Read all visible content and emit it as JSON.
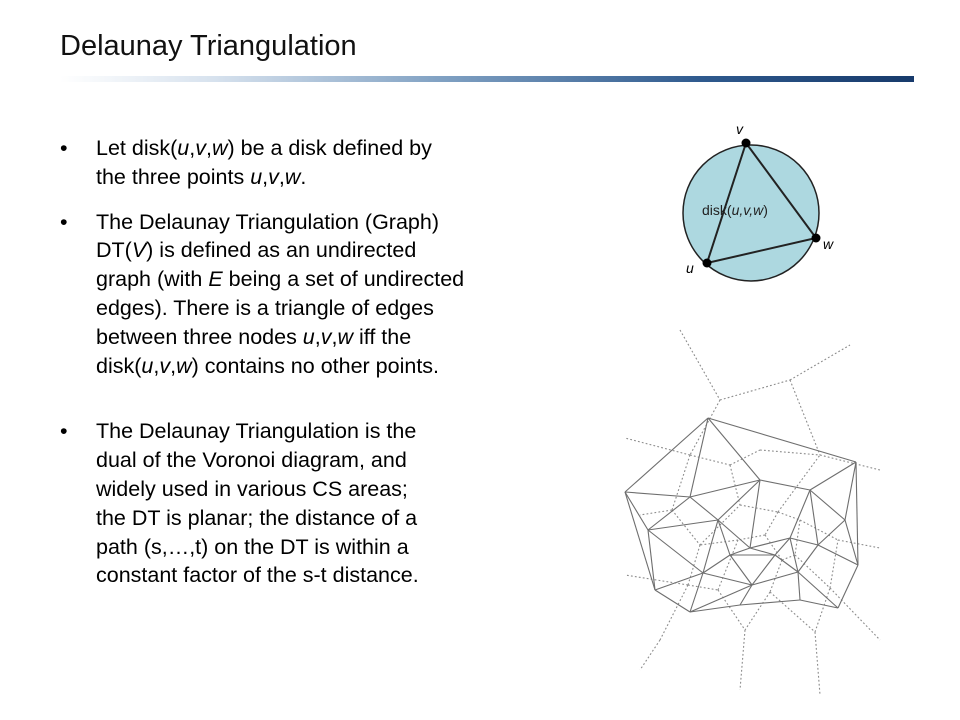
{
  "slide": {
    "title": "Delaunay Triangulation",
    "bullet_marker": "•"
  },
  "bullets": [
    {
      "lines": [
        [
          {
            "t": "Let disk("
          },
          {
            "t": "u",
            "i": true
          },
          {
            "t": ","
          },
          {
            "t": "v",
            "i": true
          },
          {
            "t": ","
          },
          {
            "t": "w",
            "i": true
          },
          {
            "t": ") be a disk defined by"
          }
        ],
        [
          {
            "t": "the three points "
          },
          {
            "t": "u",
            "i": true
          },
          {
            "t": ","
          },
          {
            "t": "v",
            "i": true
          },
          {
            "t": ","
          },
          {
            "t": "w",
            "i": true
          },
          {
            "t": "."
          }
        ]
      ]
    },
    {
      "lines": [
        [
          {
            "t": "The Delaunay Triangulation (Graph)"
          }
        ],
        [
          {
            "t": "DT("
          },
          {
            "t": "V",
            "i": true
          },
          {
            "t": ") is defined as an undirected"
          }
        ],
        [
          {
            "t": "graph (with "
          },
          {
            "t": "E",
            "i": true
          },
          {
            "t": " being a set of undirected"
          }
        ],
        [
          {
            "t": "edges). There is a triangle of edges"
          }
        ],
        [
          {
            "t": "between three nodes "
          },
          {
            "t": "u",
            "i": true
          },
          {
            "t": ","
          },
          {
            "t": "v",
            "i": true
          },
          {
            "t": ","
          },
          {
            "t": "w",
            "i": true
          },
          {
            "t": " iff the"
          }
        ],
        [
          {
            "t": "disk("
          },
          {
            "t": "u",
            "i": true
          },
          {
            "t": ","
          },
          {
            "t": "v",
            "i": true
          },
          {
            "t": ","
          },
          {
            "t": "w",
            "i": true
          },
          {
            "t": ") contains no other points."
          }
        ]
      ]
    },
    {
      "lines": [
        [
          {
            "t": "The Delaunay Triangulation is the"
          }
        ],
        [
          {
            "t": "dual of the Voronoi diagram, and"
          }
        ],
        [
          {
            "t": "widely used in various CS areas;"
          }
        ],
        [
          {
            "t": "the DT is planar; the distance of a"
          }
        ],
        [
          {
            "t": "path (s,…,t) on the DT is within a"
          }
        ],
        [
          {
            "t": "constant factor of the s-t distance."
          }
        ]
      ]
    }
  ],
  "disk_figure": {
    "fill_color": "#add8e0",
    "labels": {
      "u": "u",
      "v": "v",
      "w": "w",
      "disk_prefix": "disk(",
      "disk_args": "u,v,w",
      "disk_suffix": ")"
    }
  },
  "graph_figure": {
    "delaunay_color": "#6e6e6e",
    "voronoi_color": "#8c8c8c"
  }
}
